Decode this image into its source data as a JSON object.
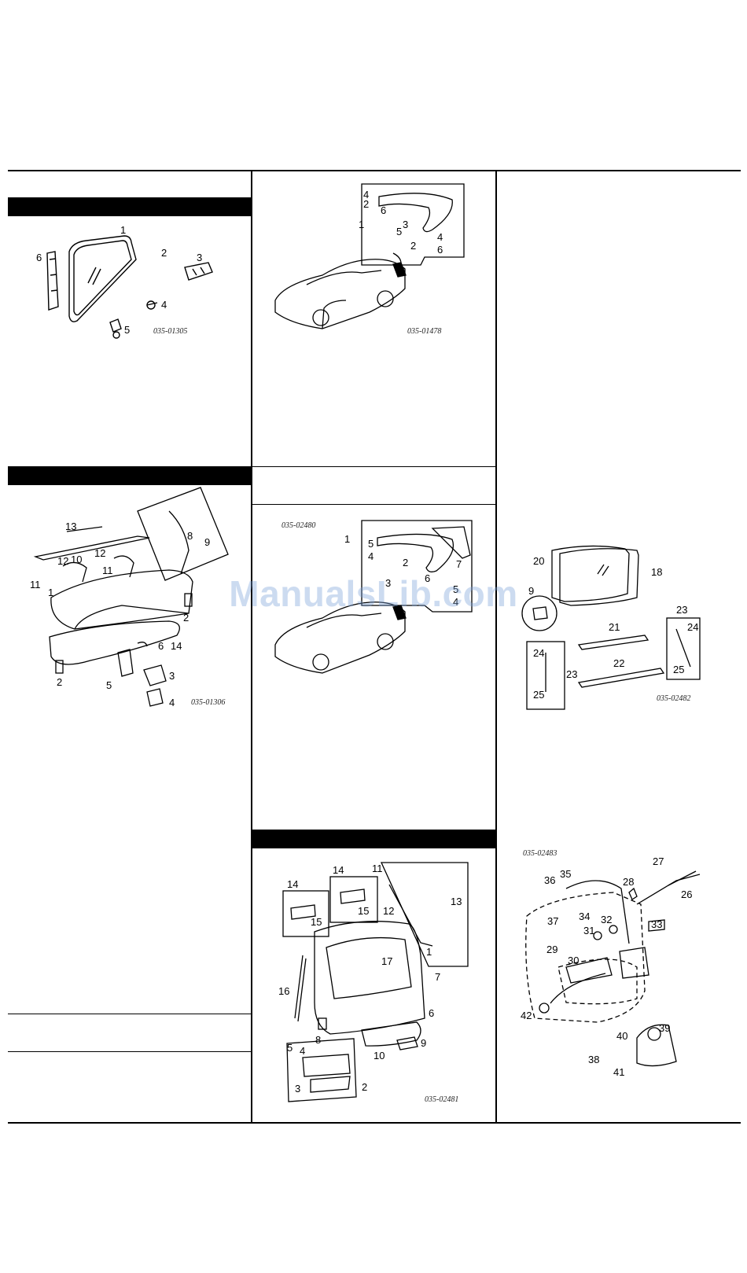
{
  "watermark": "ManualsLib.com",
  "figures": {
    "quarter_window": {
      "code": "035-01305",
      "callouts": [
        "1",
        "2",
        "3",
        "4",
        "5",
        "6"
      ]
    },
    "rear_spoiler_sedan": {
      "code": "035-01478",
      "callouts": [
        "1",
        "2",
        "2",
        "3",
        "4",
        "4",
        "5",
        "6",
        "6"
      ]
    },
    "trunk_lid": {
      "code": "035-01306",
      "callouts": [
        "1",
        "2",
        "2",
        "3",
        "4",
        "5",
        "6",
        "8",
        "9",
        "10",
        "11",
        "11",
        "12",
        "12",
        "13",
        "14"
      ]
    },
    "rear_spoiler_hatch": {
      "code": "035-02480",
      "callouts": [
        "1",
        "2",
        "3",
        "4",
        "4",
        "5",
        "5",
        "6",
        "7"
      ]
    },
    "rear_window": {
      "code": "035-02482",
      "callouts": [
        "18",
        "20",
        "21",
        "22",
        "23",
        "23",
        "24",
        "24",
        "25",
        "25",
        "9"
      ]
    },
    "liftgate": {
      "code": "035-02481",
      "callouts": [
        "1",
        "2",
        "3",
        "4",
        "5",
        "6",
        "7",
        "8",
        "9",
        "10",
        "11",
        "12",
        "13",
        "14",
        "14",
        "15",
        "15",
        "16",
        "17"
      ]
    },
    "rear_wiper": {
      "code": "035-02483",
      "callouts": [
        "26",
        "27",
        "28",
        "29",
        "30",
        "31",
        "32",
        "33",
        "34",
        "35",
        "36",
        "37",
        "38",
        "39",
        "40",
        "41",
        "42"
      ]
    }
  },
  "colors": {
    "line": "#000000",
    "watermark": "#78a0d7"
  }
}
